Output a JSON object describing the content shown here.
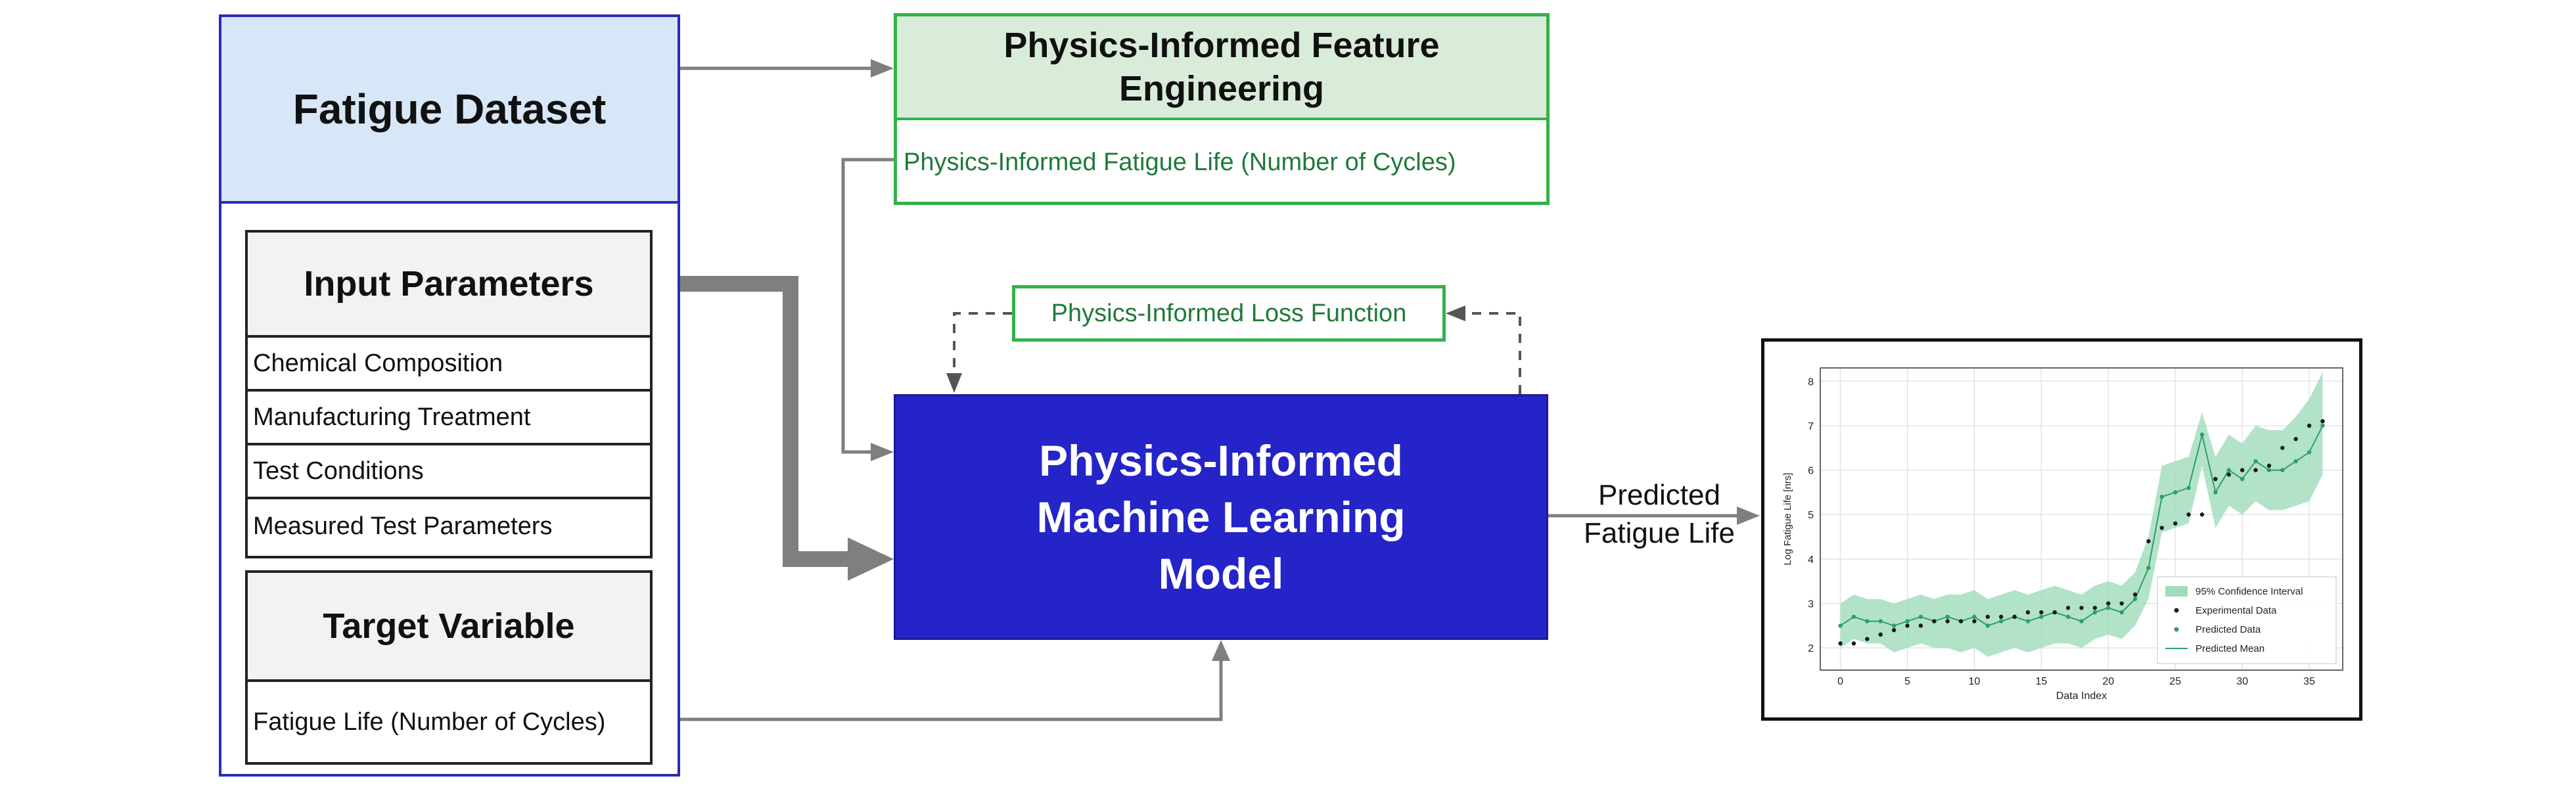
{
  "dataset": {
    "title": "Fatigue Dataset",
    "input_title": "Input Parameters",
    "inputs": [
      "Chemical Composition",
      "Manufacturing Treatment",
      "Test Conditions",
      "Measured Test Parameters"
    ],
    "target_title": "Target Variable",
    "target_item": "Fatigue Life (Number of Cycles)"
  },
  "feature": {
    "title": "Physics-Informed Feature Engineering",
    "item": "Physics-Informed Fatigue Life (Number of Cycles)"
  },
  "loss": {
    "label": "Physics-Informed Loss Function"
  },
  "model": {
    "title": "Physics-Informed Machine Learning Model"
  },
  "output": {
    "label": "Predicted Fatigue Life"
  },
  "colors": {
    "dataset_border": "#2b2bb3",
    "dataset_header_fill": "#d8e7f8",
    "feature_border": "#33b24a",
    "feature_fill": "#d9ecd9",
    "feature_text": "#1f7a3a",
    "model_fill": "#2424c8",
    "arrow": "#7f7f7f",
    "band": "#9fdcbc",
    "predicted": "#2e9e6a",
    "experimental": "#1a1a1a"
  },
  "chart_data": {
    "type": "line",
    "xlabel": "Data Index",
    "ylabel": "Log Fatigue Life [nrs]",
    "xlim": [
      -1.5,
      37.5
    ],
    "ylim": [
      1.5,
      8.3
    ],
    "xticks": [
      0,
      5,
      10,
      15,
      20,
      25,
      30,
      35
    ],
    "yticks": [
      2,
      3,
      4,
      5,
      6,
      7,
      8
    ],
    "grid": true,
    "legend_position": "lower-right",
    "legend": [
      "95% Confidence Interval",
      "Experimental Data",
      "Predicted Data",
      "Predicted Mean"
    ],
    "x": [
      0,
      1,
      2,
      3,
      4,
      5,
      6,
      7,
      8,
      9,
      10,
      11,
      12,
      13,
      14,
      15,
      16,
      17,
      18,
      19,
      20,
      21,
      22,
      23,
      24,
      25,
      26,
      27,
      28,
      29,
      30,
      31,
      32,
      33,
      34,
      35,
      36
    ],
    "experimental": [
      2.1,
      2.1,
      2.2,
      2.3,
      2.4,
      2.5,
      2.5,
      2.6,
      2.6,
      2.6,
      2.6,
      2.7,
      2.7,
      2.7,
      2.8,
      2.8,
      2.8,
      2.9,
      2.9,
      2.9,
      3.0,
      3.0,
      3.2,
      4.4,
      4.7,
      4.8,
      5.0,
      5.0,
      5.8,
      5.9,
      6.0,
      6.0,
      6.1,
      6.5,
      6.7,
      7.0,
      7.1
    ],
    "predicted": [
      2.5,
      2.7,
      2.6,
      2.6,
      2.5,
      2.6,
      2.7,
      2.6,
      2.7,
      2.6,
      2.7,
      2.5,
      2.6,
      2.7,
      2.6,
      2.7,
      2.8,
      2.7,
      2.6,
      2.8,
      2.9,
      2.8,
      3.1,
      3.8,
      5.4,
      5.5,
      5.6,
      6.8,
      5.5,
      6.0,
      5.8,
      6.2,
      6.0,
      6.0,
      6.2,
      6.4,
      7.0
    ],
    "ci_upper": [
      3.0,
      3.2,
      3.1,
      3.1,
      3.0,
      3.1,
      3.2,
      3.1,
      3.2,
      3.2,
      3.3,
      3.1,
      3.2,
      3.3,
      3.2,
      3.3,
      3.4,
      3.3,
      3.2,
      3.4,
      3.5,
      3.4,
      3.7,
      4.5,
      6.1,
      6.2,
      6.3,
      7.3,
      6.3,
      6.8,
      6.6,
      7.0,
      6.9,
      6.9,
      7.2,
      7.6,
      8.2
    ],
    "ci_lower": [
      2.0,
      2.2,
      2.1,
      2.1,
      1.9,
      2.0,
      2.1,
      2.0,
      2.0,
      1.9,
      2.0,
      1.8,
      1.9,
      2.0,
      1.9,
      2.0,
      2.1,
      2.1,
      2.0,
      2.2,
      2.3,
      2.2,
      2.5,
      3.1,
      4.6,
      4.7,
      4.8,
      6.1,
      4.7,
      5.2,
      5.0,
      5.3,
      5.1,
      5.1,
      5.2,
      5.3,
      5.9
    ]
  }
}
